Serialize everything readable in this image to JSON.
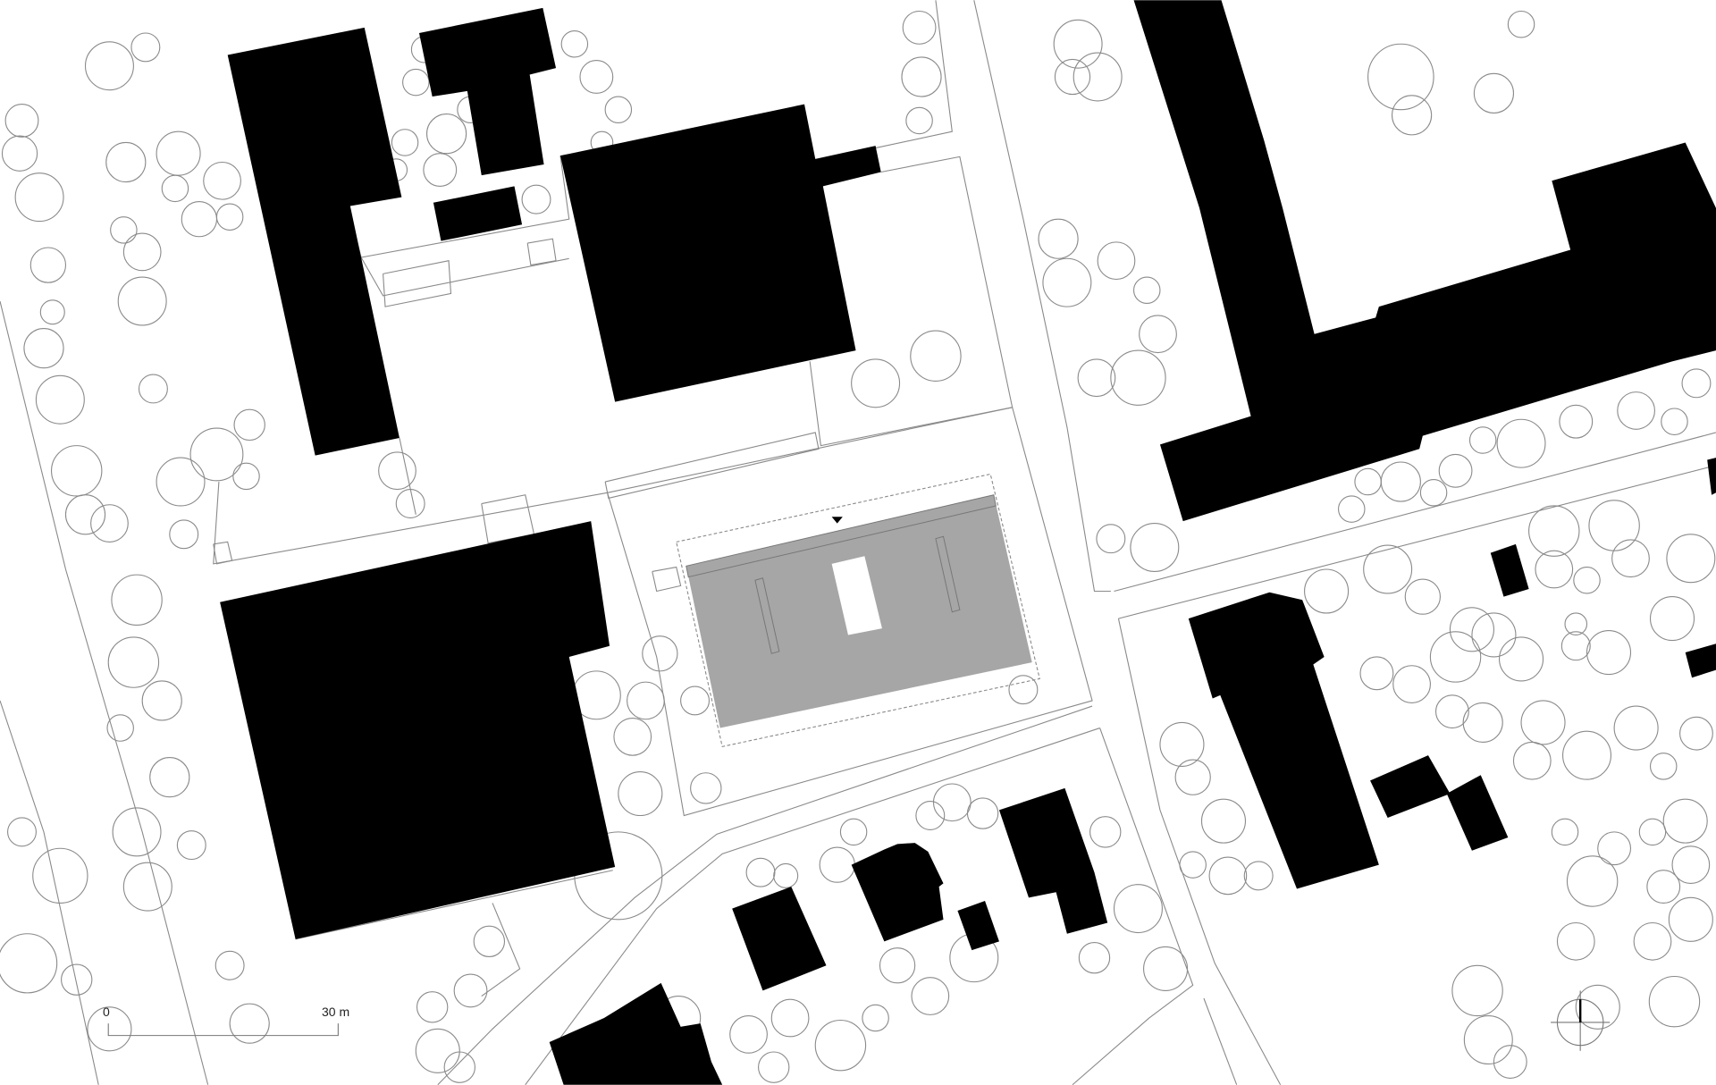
{
  "plan": {
    "type": "site plan",
    "colors": {
      "building": "#000000",
      "project_building": "#a6a6a6",
      "lines": "#8a8a8a",
      "trees": "#8a8a8a",
      "background": "#ffffff"
    }
  },
  "scale_bar": {
    "start_label": "0",
    "end_label": "30 m"
  },
  "north_arrow": {
    "icon": "north-arrow-icon"
  },
  "entrance_marker": {
    "icon": "triangle-down-icon"
  }
}
